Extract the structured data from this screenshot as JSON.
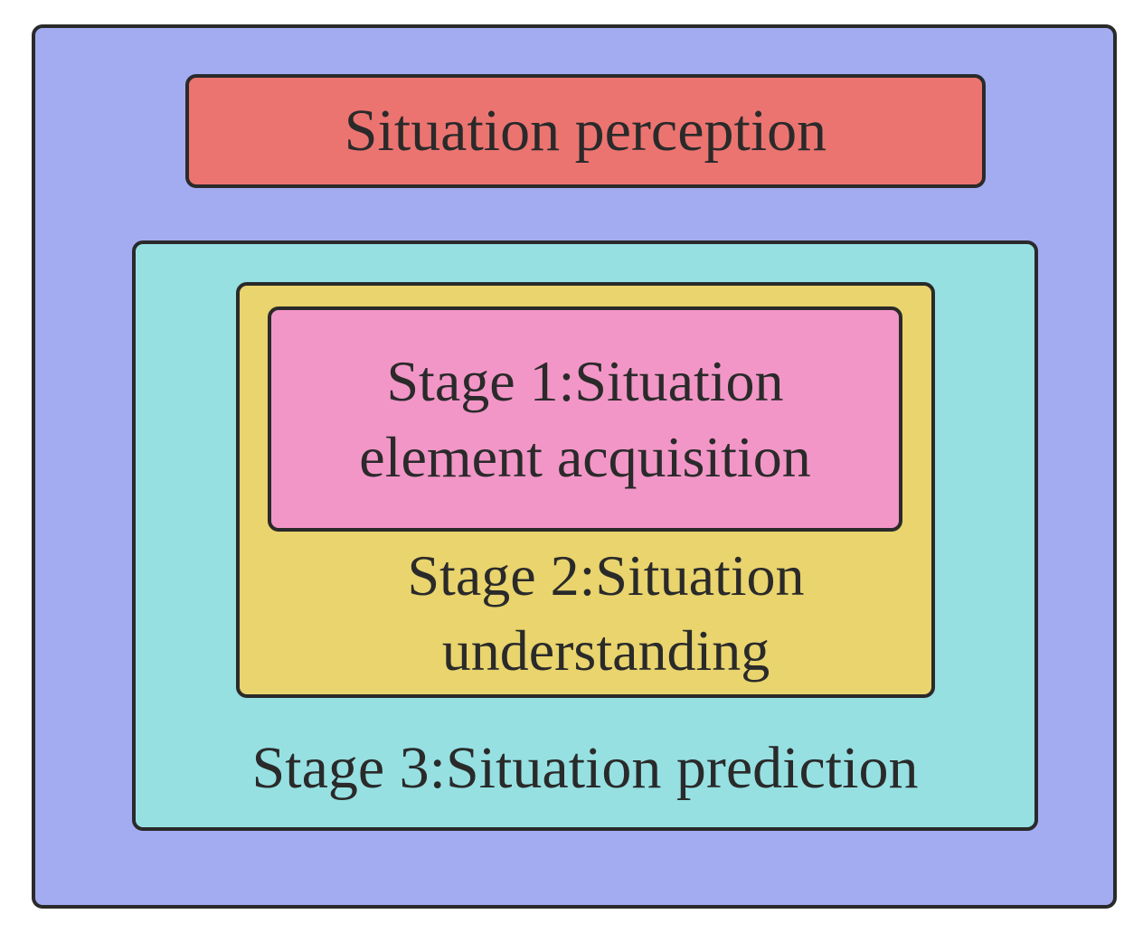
{
  "colors": {
    "outer": "#a3abf1",
    "perception": "#ec7470",
    "stage3": "#96e0e2",
    "stage2": "#e9d46d",
    "stage1": "#f296c7",
    "border": "#2a2a2a"
  },
  "diagram": {
    "perception": "Situation perception",
    "stage1": {
      "line1": "Stage 1:Situation",
      "line2": "element acquisition"
    },
    "stage2": {
      "line1": "Stage 2:Situation",
      "line2": "understanding"
    },
    "stage3": "Stage 3:Situation prediction"
  }
}
